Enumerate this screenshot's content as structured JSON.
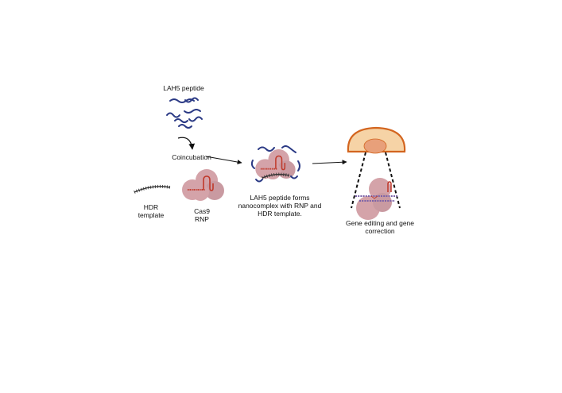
{
  "labels": {
    "peptide": "LAH5 peptide",
    "coincubation": "Coincubation",
    "hdr_line1": "HDR",
    "hdr_line2": "template",
    "cas9_line1": "Cas9",
    "cas9_line2": "RNP",
    "nano_line1": "LAH5 peptide forms",
    "nano_line2": "nanocomplex with RNP and",
    "nano_line3": "HDR template.",
    "outcome_line1": "Gene editing and gene",
    "outcome_line2": "correction"
  },
  "colors": {
    "peptide_strand": "#2b3a85",
    "protein": "#d4a3a9",
    "protein_shade": "#c08e95",
    "rna": "#c0392b",
    "dna": "#333333",
    "cell_cytoplasm": "#f6d3a6",
    "cell_outline": "#d3651f",
    "nucleus": "#e8a07a",
    "dna_purple": "#7b62a8",
    "arrow": "#111111"
  },
  "icons": [
    "peptide-strand-icon",
    "curved-arrow-icon",
    "hdr-template-icon",
    "cas9-rnp-icon",
    "nanocomplex-icon",
    "cell-icon",
    "edited-dna-icon"
  ]
}
